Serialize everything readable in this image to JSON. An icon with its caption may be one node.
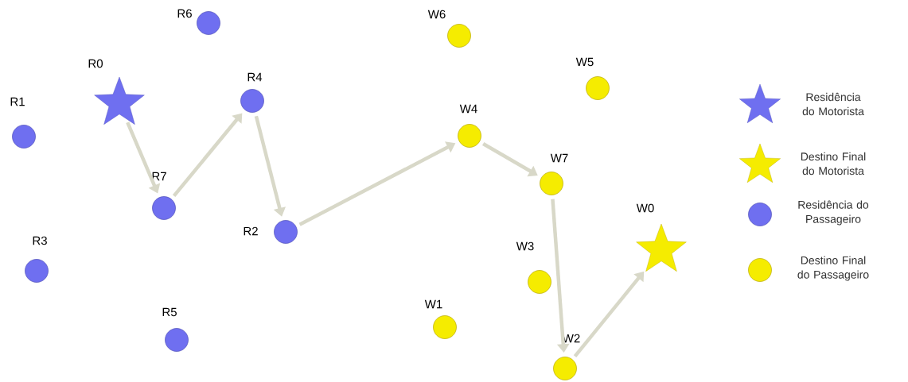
{
  "diagram": {
    "nodes": [
      {
        "text": [
          "R6"
        ]
      },
      {
        "text": [
          "R0"
        ]
      },
      {
        "text": [
          "R1"
        ]
      },
      {
        "text": [
          "R4"
        ]
      },
      {
        "text": [
          "R7"
        ]
      },
      {
        "text": [
          "R3"
        ]
      },
      {
        "text": [
          "R2"
        ]
      },
      {
        "text": [
          "R5"
        ]
      },
      {
        "text": [
          "W6"
        ]
      },
      {
        "text": [
          "W5"
        ]
      },
      {
        "text": [
          "W4"
        ]
      },
      {
        "text": [
          "W7"
        ]
      },
      {
        "text": [
          "W0"
        ]
      },
      {
        "text": [
          "W3"
        ]
      },
      {
        "text": [
          "W1"
        ]
      },
      {
        "text": [
          "W2"
        ]
      }
    ],
    "edges": [
      {
        "from": 1,
        "to": 4,
        "arrow": "to"
      },
      {
        "from": 4,
        "to": 3,
        "arrow": "to"
      },
      {
        "from": 3,
        "to": 6,
        "arrow": "to"
      },
      {
        "from": 6,
        "to": 10,
        "arrow": "to"
      },
      {
        "from": 10,
        "to": 11,
        "arrow": "to"
      },
      {
        "from": 11,
        "to": 15,
        "arrow": "to"
      },
      {
        "from": 15,
        "to": 12,
        "arrow": "to"
      }
    ],
    "legend": [
      {
        "text": "Residência do Motorista"
      },
      {
        "text": "Destino Final do Motorista"
      },
      {
        "text": "Residência do Passageiro"
      },
      {
        "text": "Destino Final do Passageiro"
      }
    ]
  }
}
